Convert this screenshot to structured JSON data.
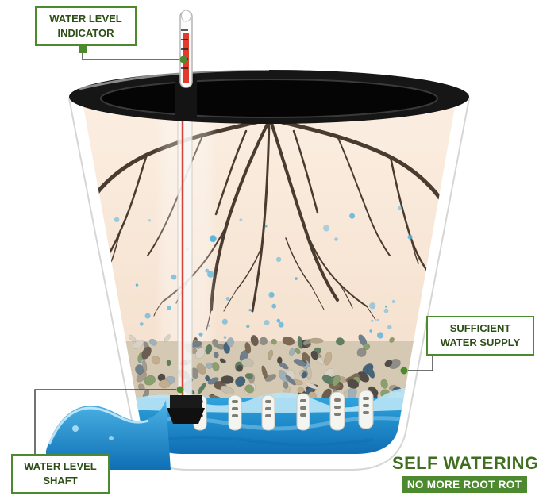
{
  "image_type": "product-infographic",
  "labels": {
    "water_level_indicator": {
      "line1": "WATER LEVEL",
      "line2": "INDICATOR"
    },
    "sufficient_water_supply": {
      "line1": "SUFFICIENT",
      "line2": "WATER SUPPLY"
    },
    "water_level_shaft": {
      "line1": "WATER LEVEL",
      "line2": "SHAFT"
    },
    "self_watering": {
      "title": "SELF WATERING",
      "subtitle": "NO MORE ROOT ROT"
    }
  },
  "colors": {
    "accent_green": "#4d8a2f",
    "label_text_green": "#2d4e16",
    "water_blue": "#1e8ed2",
    "indicator_red": "#e23b2b",
    "root_brown": "#4a3b30",
    "soil_cream": "#f7e6d6",
    "rim_black": "#161616"
  }
}
